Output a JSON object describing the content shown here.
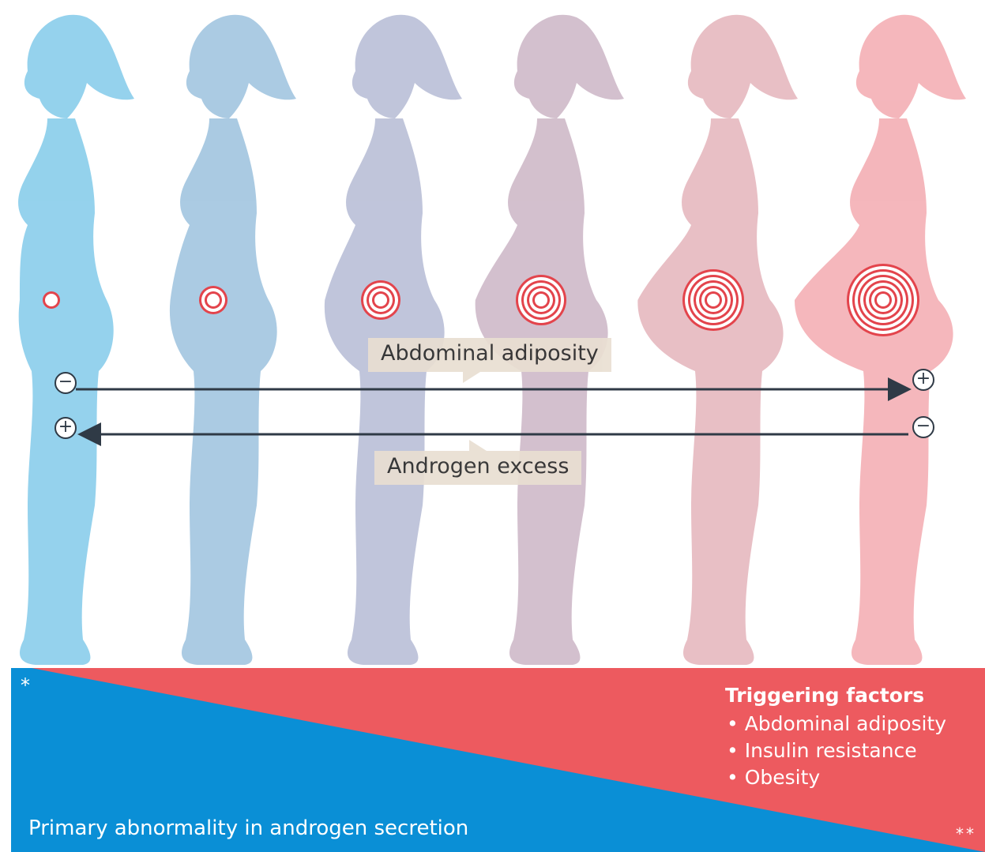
{
  "labels": {
    "abdominal_adiposity": "Abdominal adiposity",
    "androgen_excess": "Androgen excess"
  },
  "signs": {
    "left_top": "−",
    "left_bottom": "+",
    "right_top": "+",
    "right_bottom": "−"
  },
  "bottom": {
    "star_single": "*",
    "star_double": "**",
    "triggering_title": "Triggering factors",
    "triggering_items": [
      "• Abdominal adiposity",
      "• Insulin resistance",
      "• Obesity"
    ],
    "primary_label": "Primary abnormality in androgen secretion"
  },
  "colors": {
    "blue_figure": "#8fd0ec",
    "pink_figure": "#f4b3b8",
    "target_red": "#e3444c",
    "arrow": "#2f3a46",
    "bottom_blue": "#0a8fd6",
    "bottom_red": "#ed5a5f"
  },
  "figures": [
    {
      "rings": 1,
      "color": "#8fd0ec"
    },
    {
      "rings": 2,
      "color": "#a6c8e1"
    },
    {
      "rings": 3,
      "color": "#bdc2d9"
    },
    {
      "rings": 4,
      "color": "#d1bdcb"
    },
    {
      "rings": 5,
      "color": "#e7bcc2"
    },
    {
      "rings": 6,
      "color": "#f4b3b8"
    }
  ]
}
